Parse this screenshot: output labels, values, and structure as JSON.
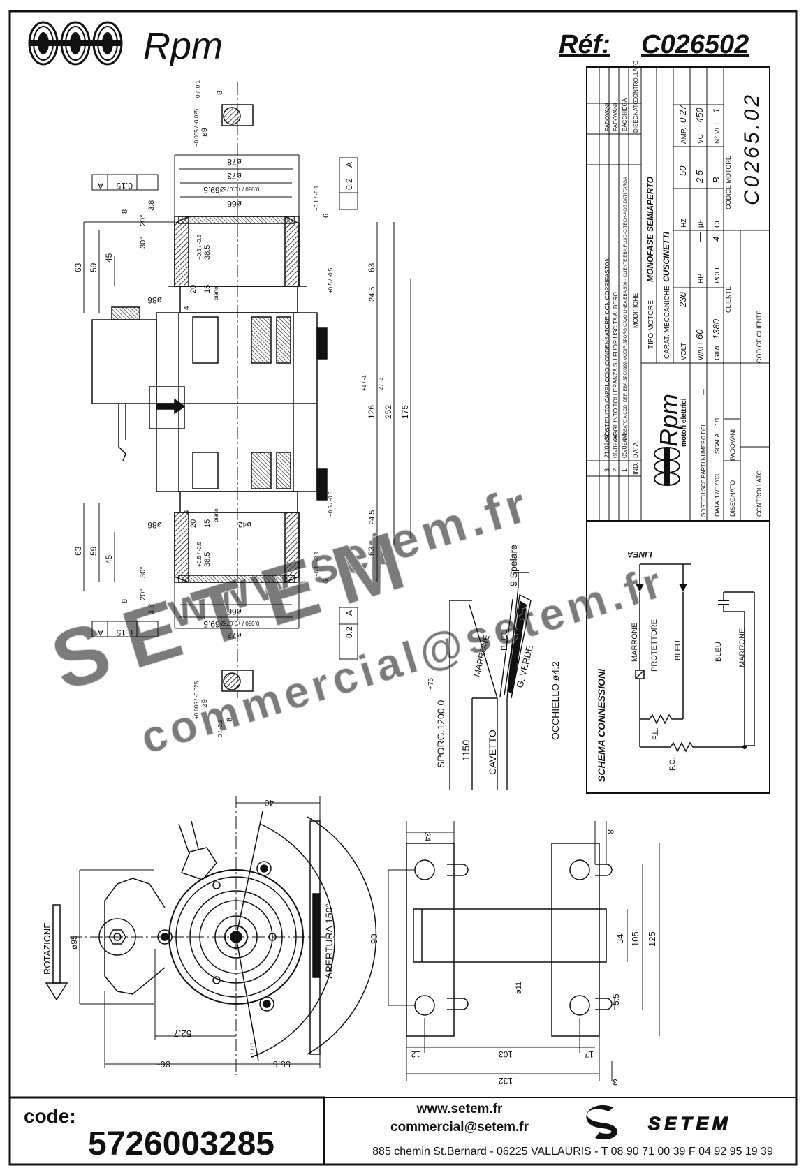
{
  "header": {
    "brand": "Rpm",
    "ref_label": "Réf:",
    "ref_value": "C026502"
  },
  "title_block": {
    "revisions": [
      {
        "ind": "3",
        "date": "21/09/07",
        "desc": "SOSTITUITO CAPPUCCIO CONDENSATORE CON COPRIFASTON",
        "drawn": "PADOVANI"
      },
      {
        "ind": "2",
        "date": "06/02/06",
        "desc": "AGGIUNTO TOLLERANZA SU FUORIUSCITA ALBERO",
        "drawn": "PADOVANI"
      },
      {
        "ind": "1",
        "date": "05/02/04",
        "desc": "PASSATO A COD. DEF.:EBA:SPC0992-MODIF.:SPORG.CAVO LINEA EBA:500-- CLIENTE EBA:FLUID-O-TECH-AGG.DATI TARGA",
        "drawn": "BACCHIEGA"
      }
    ],
    "col_ind": "IND.",
    "col_date": "DATA",
    "col_mod": "MODIFICHE",
    "col_drawn": "DISEGNATO",
    "col_checked": "CONTROLLATO",
    "tipo_motore_label": "TIPO MOTORE",
    "tipo_motore": "MONOFASE SEMIAPERTO",
    "carat_label": "CARAT. MECCANICHE",
    "carat": "CUSCINETTI",
    "volt_label": "VOLT",
    "volt": "230",
    "hz_label": "HZ",
    "hz": "50",
    "amp_label": "AMP.",
    "amp": "0.27",
    "watt_label": "WATT",
    "watt": "60",
    "hp_label": "HP",
    "hp": "—",
    "uf_label": "µF",
    "uf": "2.5",
    "vc_label": "VC",
    "vc": "450",
    "giri_label": "GIRI",
    "giri": "1380",
    "poli_label": "POLI",
    "poli": "4",
    "cl_label": "CL.",
    "cl": "B",
    "nvel_label": "N° VEL.",
    "nvel": "1",
    "cliente_label": "CLIENTE",
    "codice_motore_label": "CODICE MOTORE",
    "codice_motore": "C0265.02",
    "codice_cliente_label": "CODICE CLIENTE",
    "logo_text": "Rpm",
    "logo_sub": "motori elettrici",
    "sostituisce_label": "SOSTITUISCE PARTI NUMERO DEL",
    "sostituisce": "—",
    "data_label": "DATA",
    "data": "17/07/03",
    "scala_label": "SCALA",
    "scala": "1/1",
    "disegnato_label": "DISEGNATO",
    "disegnato": "PADOVANI",
    "controllato_label": "CONTROLLATO"
  },
  "schema": {
    "title": "SCHEMA CONNESSIONI",
    "linea": "LINEA",
    "marrone": "MARRONE",
    "protettore": "PROTETTORE",
    "bleu": "BLEU",
    "fl": "F.L.",
    "fc": "F.C."
  },
  "cable": {
    "spelare": "9 Spelare",
    "bleu": "BLEU",
    "marrone": "MARRONE",
    "gverde": "G. VERDE",
    "occhiello": "OCCHIELLO ø4.2",
    "sporg": "SPORG.1200 0",
    "sporg_tol": "+75",
    "l1150": "1150",
    "cavetto": "CAVETTO"
  },
  "dims_main": {
    "d78": "ø78",
    "d73": "ø73",
    "d695": "ø69.5",
    "d695_tol": "+0.030 / +0.078",
    "d66": "ø66",
    "d86": "ø86",
    "d42": "ø42",
    "d9": "ø9",
    "d9_tol": "+0.005 / -0.025",
    "flat8": "8",
    "flat_tol": "0 / -0.1",
    "runout": "0.15",
    "datum": "A",
    "perp": "0.2",
    "v63": "63",
    "v59": "59",
    "v45": "45",
    "v8": "8",
    "v38": "3.8",
    "a30": "30°",
    "a20": "20°",
    "v385": "38.5",
    "v385_tol": "+0.5 / -0.5",
    "v20": "20",
    "v15": "15",
    "v4": "4",
    "piano": "piano",
    "v6": "6",
    "v6_tol": "+0.1 / -0.1",
    "v245": "24.5",
    "v245_tol": "+0.5 / -0.5",
    "v126": "126",
    "v126_tol": "+1 / -1",
    "v252": "252",
    "v252_tol": "+2 / -2",
    "v175": "175"
  },
  "dims_front": {
    "d40": "40",
    "d95": "ø95",
    "d527": "52.7",
    "d86": "86~",
    "d556": "55.6",
    "d556_tol": "+1 / -1",
    "apertura": "APERTURA 150°",
    "rotazione": "ROTAZIONE"
  },
  "dims_bracket": {
    "d34top": "34",
    "d8": "8",
    "d90": "90",
    "d34": "34",
    "d105": "105",
    "d125": "125",
    "d11": "ø11",
    "d55": "5.5",
    "d12": "12",
    "d103": "103",
    "d17": "17",
    "d132": "132",
    "d3": "3"
  },
  "watermark": {
    "line1": "www.setem.fr",
    "line2": "SETEM",
    "line3": "commercial@setem.fr"
  },
  "footer": {
    "code_label": "code:",
    "code_value": "5726003285",
    "web": "www.setem.fr",
    "email": "commercial@setem.fr",
    "brand": "SETEM",
    "address": "885 chemin St.Bernard  -  06225 VALLAURIS  -  T 08 90 71 00 39   F 04 92 95 19 39"
  }
}
